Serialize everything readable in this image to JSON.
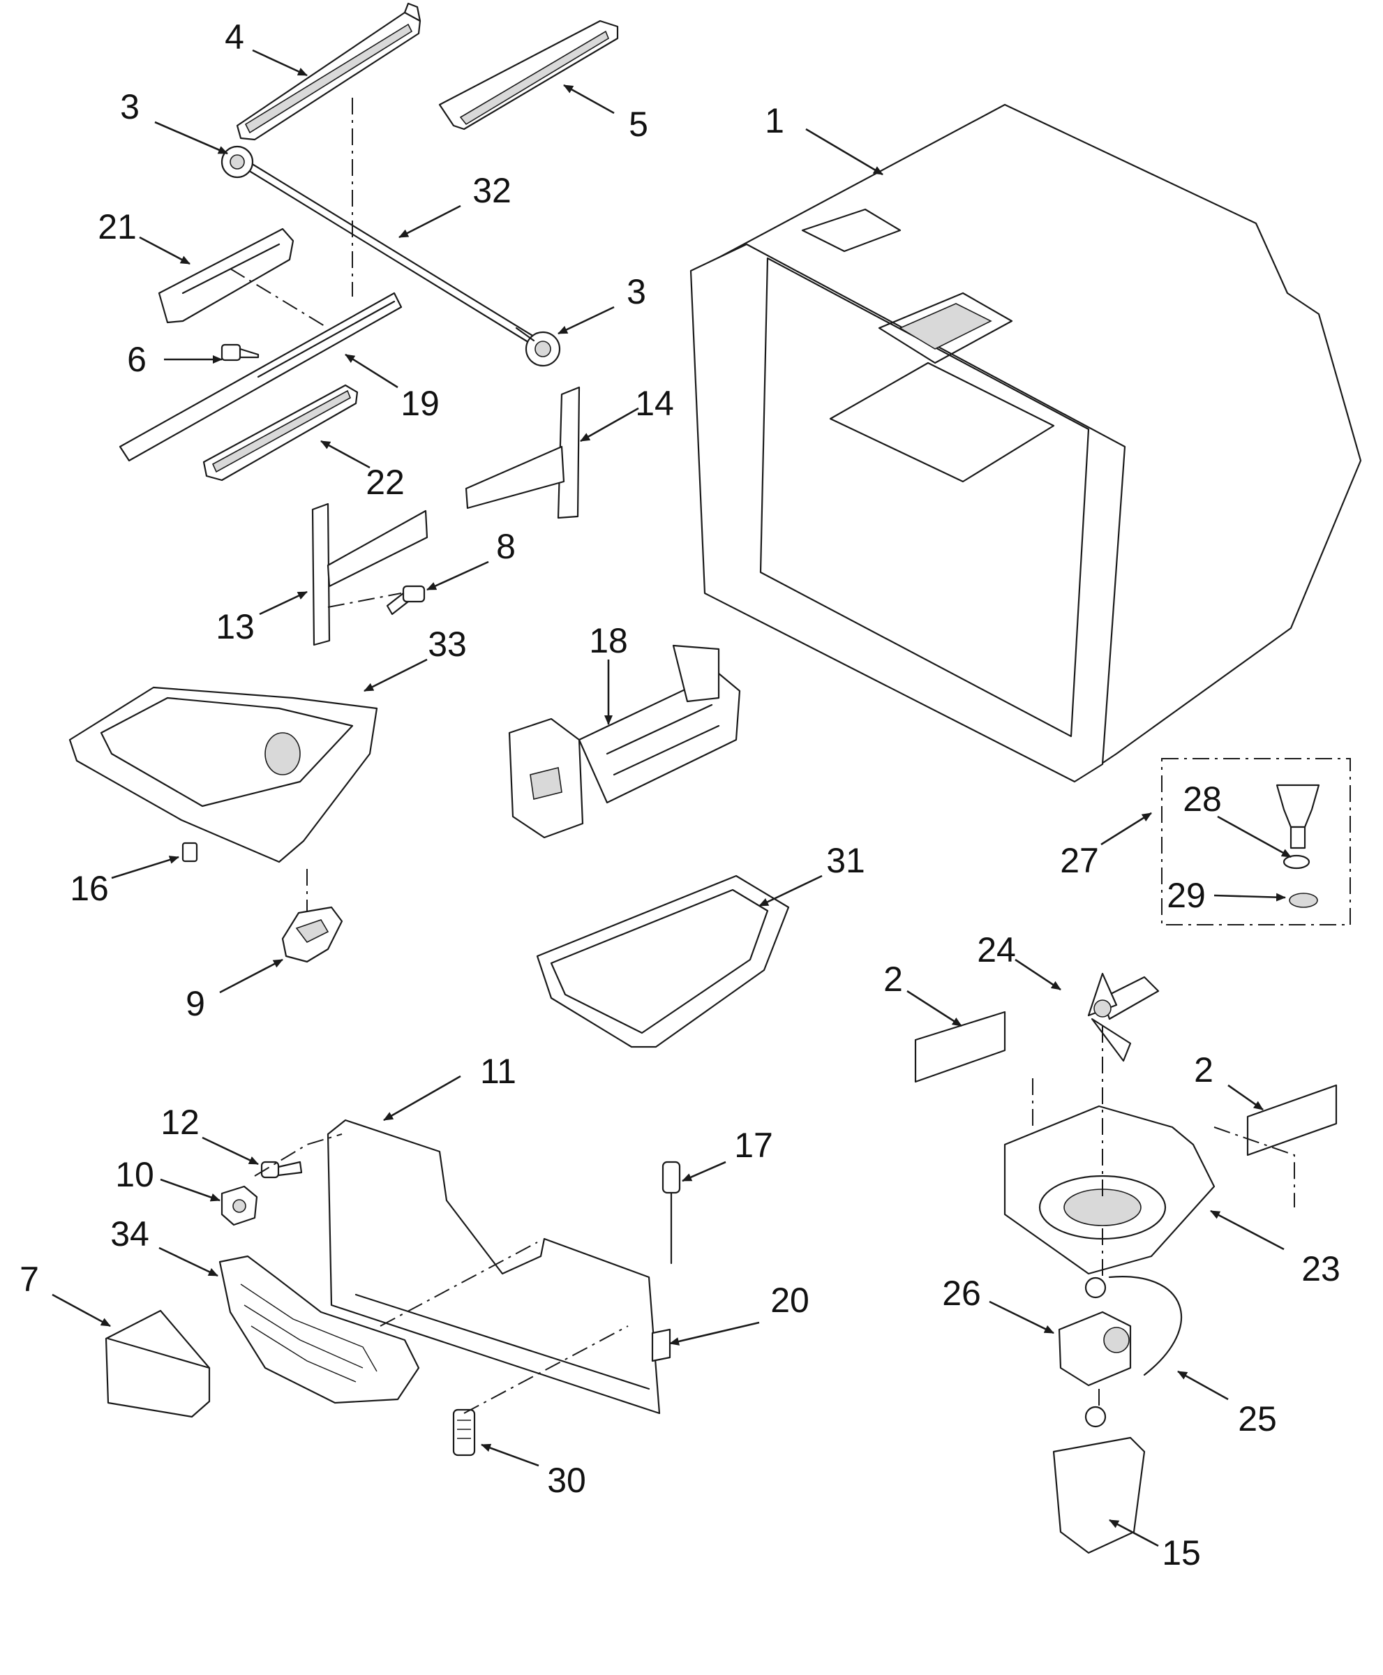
{
  "callouts": [
    {
      "id": "c1",
      "label": "1"
    },
    {
      "id": "c2a",
      "label": "2"
    },
    {
      "id": "c2b",
      "label": "2"
    },
    {
      "id": "c3a",
      "label": "3"
    },
    {
      "id": "c3b",
      "label": "3"
    },
    {
      "id": "c4",
      "label": "4"
    },
    {
      "id": "c5",
      "label": "5"
    },
    {
      "id": "c6",
      "label": "6"
    },
    {
      "id": "c7",
      "label": "7"
    },
    {
      "id": "c8",
      "label": "8"
    },
    {
      "id": "c9",
      "label": "9"
    },
    {
      "id": "c10",
      "label": "10"
    },
    {
      "id": "c11",
      "label": "11"
    },
    {
      "id": "c12",
      "label": "12"
    },
    {
      "id": "c13",
      "label": "13"
    },
    {
      "id": "c14",
      "label": "14"
    },
    {
      "id": "c15",
      "label": "15"
    },
    {
      "id": "c16",
      "label": "16"
    },
    {
      "id": "c17",
      "label": "17"
    },
    {
      "id": "c18",
      "label": "18"
    },
    {
      "id": "c19",
      "label": "19"
    },
    {
      "id": "c20",
      "label": "20"
    },
    {
      "id": "c21",
      "label": "21"
    },
    {
      "id": "c22",
      "label": "22"
    },
    {
      "id": "c23",
      "label": "23"
    },
    {
      "id": "c24",
      "label": "24"
    },
    {
      "id": "c25",
      "label": "25"
    },
    {
      "id": "c26",
      "label": "26"
    },
    {
      "id": "c27",
      "label": "27"
    },
    {
      "id": "c28",
      "label": "28"
    },
    {
      "id": "c29",
      "label": "29"
    },
    {
      "id": "c30",
      "label": "30"
    },
    {
      "id": "c31",
      "label": "31"
    },
    {
      "id": "c32",
      "label": "32"
    },
    {
      "id": "c33",
      "label": "33"
    },
    {
      "id": "c34",
      "label": "34"
    }
  ],
  "colors": {
    "line": "#1a1a1a",
    "background": "#ffffff"
  }
}
